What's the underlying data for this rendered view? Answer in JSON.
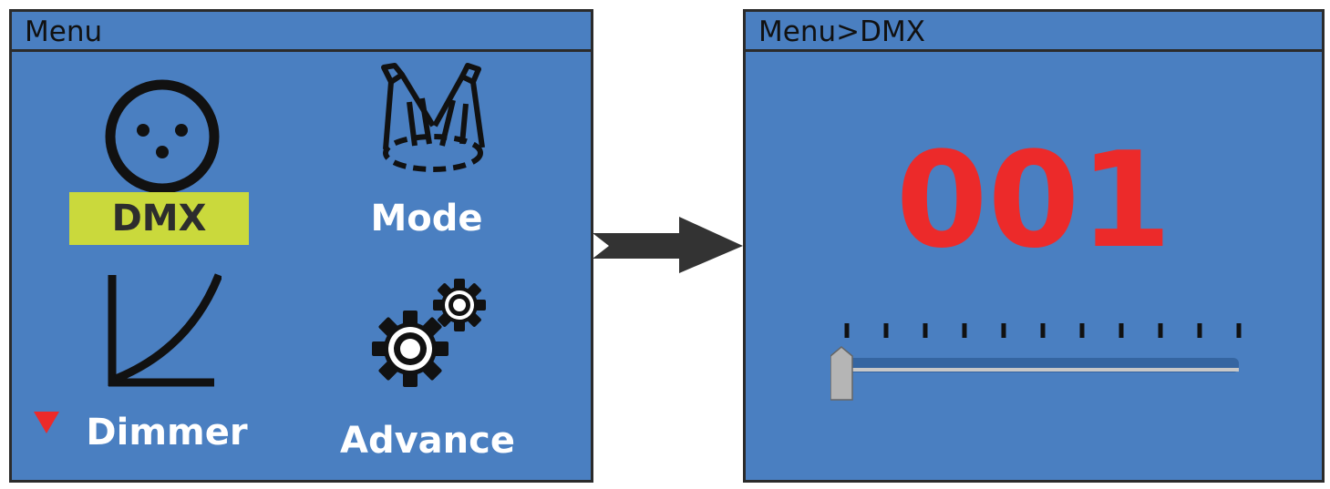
{
  "left_screen": {
    "title": "Menu",
    "items": [
      {
        "label": "DMX",
        "icon": "xlr-connector-icon",
        "selected": true
      },
      {
        "label": "Mode",
        "icon": "light-beams-icon",
        "selected": false
      },
      {
        "label": "Dimmer",
        "icon": "dimmer-curve-icon",
        "selected": false
      },
      {
        "label": "Advance",
        "icon": "gears-icon",
        "selected": false
      }
    ],
    "scroll_indicator": "down-triangle-icon"
  },
  "transition_arrow": "right-arrow-icon",
  "right_screen": {
    "title": "Menu>DMX",
    "value": "001",
    "slider": {
      "ticks": 11,
      "fraction": 0.0
    }
  },
  "colors": {
    "screen_bg": "#4a7fc1",
    "selected_bg": "#cad93c",
    "value_red": "#ec2a2a",
    "border": "#2b2b2b"
  }
}
